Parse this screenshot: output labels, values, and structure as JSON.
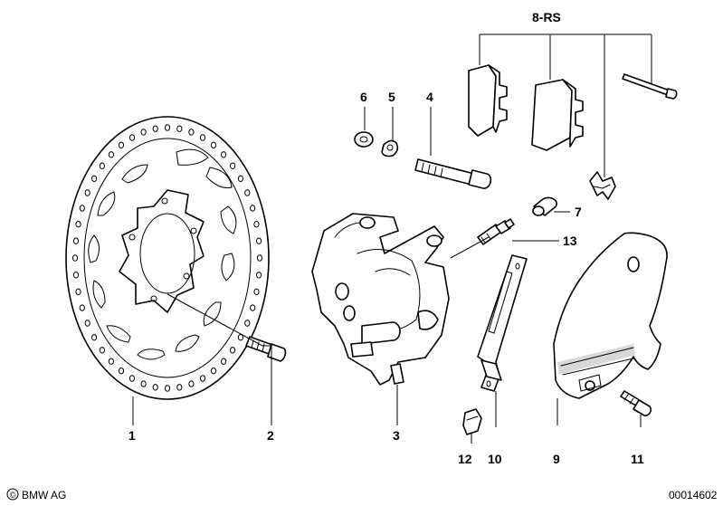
{
  "labels": {
    "l1": "1",
    "l2": "2",
    "l3": "3",
    "l4": "4",
    "l5": "5",
    "l6": "6",
    "l7": "7",
    "l8": "8-RS",
    "l9": "9",
    "l10": "10",
    "l11": "11",
    "l12": "12",
    "l13": "13"
  },
  "footer": {
    "copyright_text": "BMW AG",
    "copyright_symbol": "©",
    "image_number": "00014602"
  }
}
